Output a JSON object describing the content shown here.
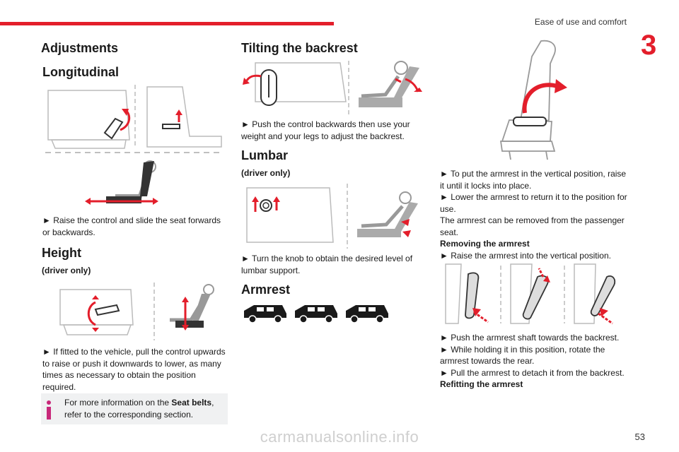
{
  "header": {
    "chapter_title": "Ease of use and comfort",
    "chapter_number": "3"
  },
  "col1": {
    "title": "Adjustments",
    "longitudinal": {
      "heading": "Longitudinal",
      "text": "► Raise the control and slide the seat forwards or backwards."
    },
    "height": {
      "heading": "Height",
      "sub": "(driver only)",
      "text": "► If fitted to the vehicle, pull the control upwards to raise or push it downwards to lower, as many times as necessary to obtain the position required."
    },
    "note": {
      "before": "For more information on the ",
      "bold": "Seat belts",
      "after": ", refer to the corresponding section."
    }
  },
  "col2": {
    "tilting": {
      "heading": "Tilting the backrest",
      "text": "► Push the control backwards then use your weight and your legs to adjust the backrest."
    },
    "lumbar": {
      "heading": "Lumbar",
      "sub": "(driver only)",
      "text": "► Turn the knob to obtain the desired level of lumbar support."
    },
    "armrest": {
      "heading": "Armrest"
    }
  },
  "col3": {
    "lines_a": [
      "► To put the armrest in the vertical position, raise it until it locks into place.",
      "► Lower the armrest to return it to the position for use.",
      "The armrest can be removed from the passenger seat."
    ],
    "removing_title": "Removing the armrest",
    "removing_step": "► Raise the armrest into the vertical position.",
    "lines_b": [
      "► Push the armrest shaft towards the backrest.",
      "► While holding it in this position, rotate the armrest towards the rear.",
      "► Pull the armrest to detach it from the backrest."
    ],
    "refitting_title": "Refitting the armrest"
  },
  "footer": {
    "page_number": "53",
    "watermark": "carmanualsonline.info"
  },
  "colors": {
    "accent": "#e31e2b",
    "note_bg": "#f0f1f2",
    "info_icon": "#c8287a"
  }
}
